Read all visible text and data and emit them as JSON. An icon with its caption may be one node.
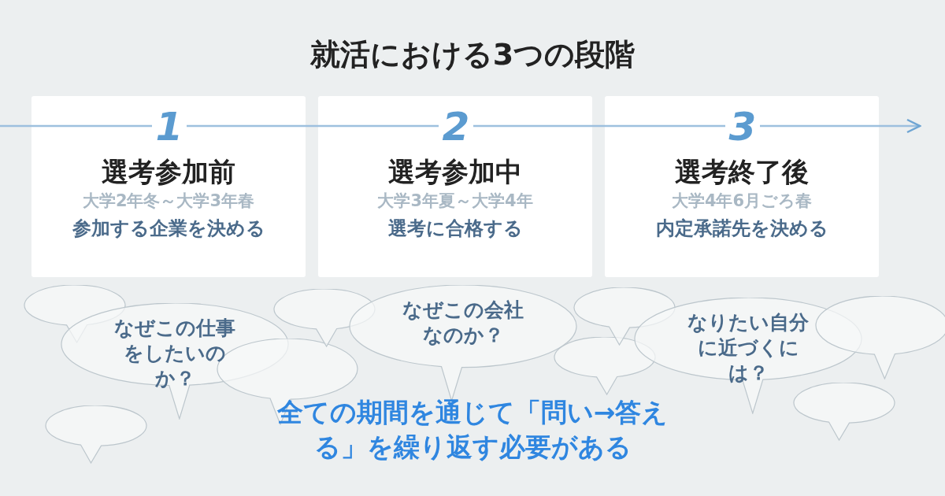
{
  "diagram": {
    "title": "就活における3つの段階",
    "nodes": [
      {
        "text": [
          "選考参加前",
          "大学2年冬～大学3年春",
          "参加する企業を決める"
        ]
      },
      {
        "text": [
          "1"
        ],
        "in": 0
      },
      {
        "text": [
          "選考参加中",
          "大学3年夏～大学4年",
          "選考に合格する"
        ]
      },
      {
        "text": [
          "2"
        ],
        "in": 2
      },
      {
        "text": [
          "選考終了後",
          "大学4年6月ごろ春",
          "内定承諾先を決める"
        ]
      },
      {
        "text": [
          "3"
        ],
        "in": 4
      },
      {
        "text": [],
        "shape": "bubble"
      },
      {
        "text": [],
        "shape": "bubble"
      },
      {
        "text": [
          "なぜこの仕事をしたいのか？"
        ]
      },
      {
        "text": [],
        "shape": "bubble"
      },
      {
        "text": [],
        "shape": "bubble"
      },
      {
        "text": [
          "なぜこの会社なのか？"
        ]
      },
      {
        "text": [],
        "shape": "bubble"
      },
      {
        "text": [],
        "shape": "bubble"
      },
      {
        "text": [
          "なりたい自分に近づくには？"
        ]
      },
      {
        "text": [],
        "shape": "bubble"
      },
      {
        "text": [],
        "shape": "bubble"
      }
    ],
    "edges": [
      {
        "from": null,
        "to": 1,
        "arrow": "none"
      },
      {
        "from": 1,
        "to": 3,
        "arrow": "none"
      },
      {
        "from": 3,
        "to": 5,
        "arrow": "none"
      },
      {
        "from": 5,
        "to": null,
        "arrow": "to"
      }
    ],
    "labels": [
      "全ての期間を通じて「問い→答える」を繰り返す必要がある"
    ]
  }
}
